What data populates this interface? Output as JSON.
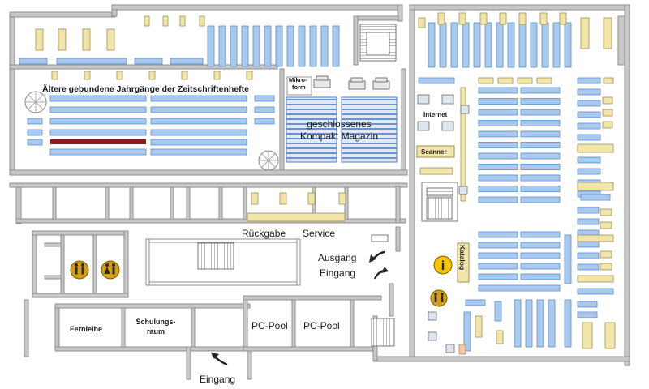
{
  "labels": {
    "zeitschriften": "Ältere gebundene Jahrgänge der Zeitschriftenhefte",
    "mikroform_1": "Mikro-",
    "mikroform_2": "form",
    "magazin_1": "geschlossenes",
    "magazin_2": "Kompakt Magazin",
    "internet": "Internet",
    "scanner": "Scanner",
    "katalog": "Katalog",
    "rueckgabe": "Rückgabe",
    "service": "Service",
    "ausgang": "Ausgang",
    "eingang_side": "Eingang",
    "fernleihe": "Fernleihe",
    "schulungsraum_1": "Schulungs-",
    "schulungsraum_2": "raum",
    "pc_pool_1": "PC-Pool",
    "pc_pool_2": "PC-Pool",
    "eingang_main": "Eingang",
    "info_glyph": "i"
  },
  "icons": [
    "restroom-men-icon",
    "restroom-women-icon",
    "info-icon",
    "elevator-family-icon",
    "printer-icon",
    "computer-icon",
    "stairs-icon",
    "spiral-stairs-icon",
    "entrance-arrow-icon",
    "exit-arrow-icon"
  ],
  "colors": {
    "shelf": "#a9c9ee",
    "shelf_stroke": "#5b8cc4",
    "table": "#f1e5a8",
    "wall": "#c8c8c8",
    "wall_stroke": "#8e8e8e",
    "icon_gold": "#d4a012",
    "accent_shelf": "#8b1a1a",
    "magazine": "#4e7fc0"
  }
}
